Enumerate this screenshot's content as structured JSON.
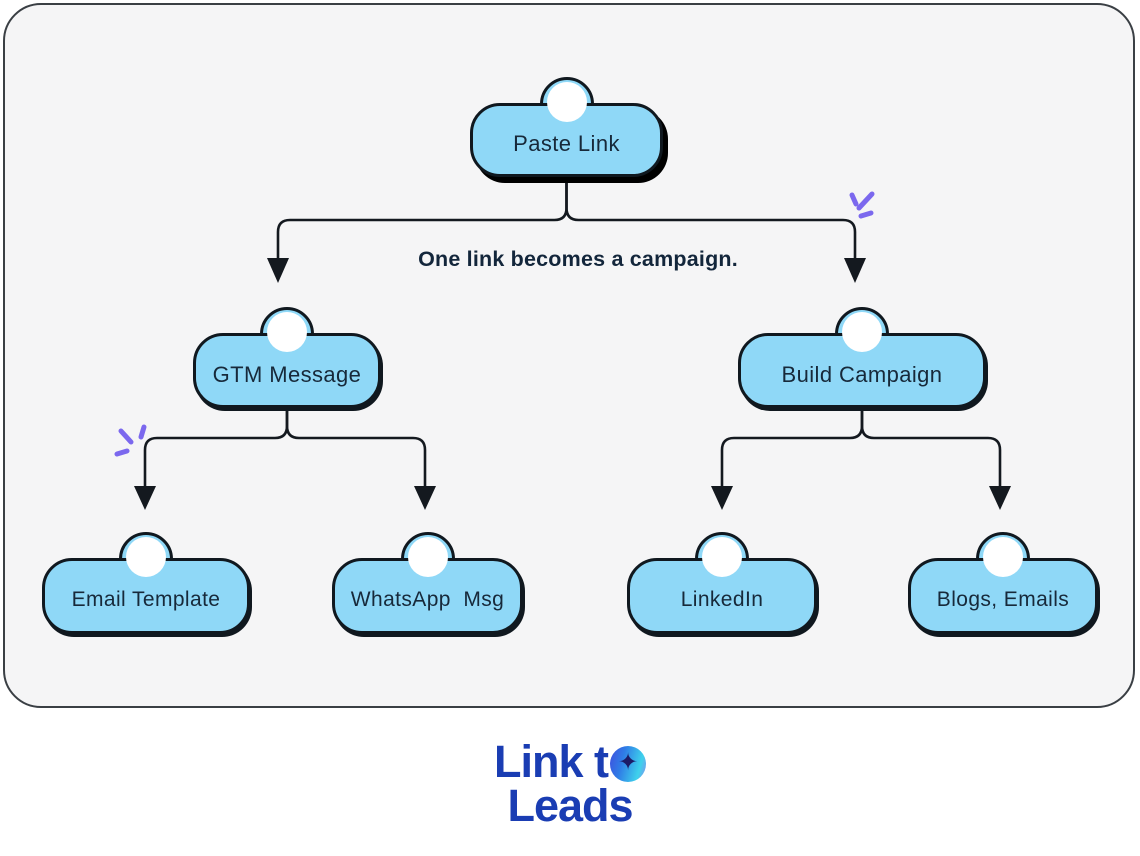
{
  "caption": "One link becomes a campaign.",
  "nodes": {
    "root": {
      "label": "Paste Link"
    },
    "gtm": {
      "label": "GTM Message"
    },
    "build": {
      "label": "Build Campaign"
    },
    "email": {
      "label": "Email Template"
    },
    "whatsapp": {
      "label": "WhatsApp  Msg"
    },
    "linkedin": {
      "label": "LinkedIn"
    },
    "blogs": {
      "label": "Blogs, Emails"
    }
  },
  "edges": [
    {
      "from": "Paste Link",
      "to": "GTM Message"
    },
    {
      "from": "Paste Link",
      "to": "Build Campaign"
    },
    {
      "from": "GTM Message",
      "to": "Email Template"
    },
    {
      "from": "GTM Message",
      "to": "WhatsApp Msg"
    },
    {
      "from": "Build Campaign",
      "to": "LinkedIn"
    },
    {
      "from": "Build Campaign",
      "to": "Blogs, Emails"
    }
  ],
  "logo": {
    "brand_full": "Link to Leads",
    "line1_prefix": "Link t",
    "o_star": "✦",
    "line2": "Leads"
  },
  "colors": {
    "node_fill": "#8fd8f7",
    "node_border": "#10181f",
    "connector": "#14191f",
    "sparkle_purple": "#7b68ee",
    "caption_text": "#13263b",
    "logo_blue": "#1a3db3",
    "frame_bg": "#f5f5f6",
    "frame_border": "#3a3f44"
  }
}
